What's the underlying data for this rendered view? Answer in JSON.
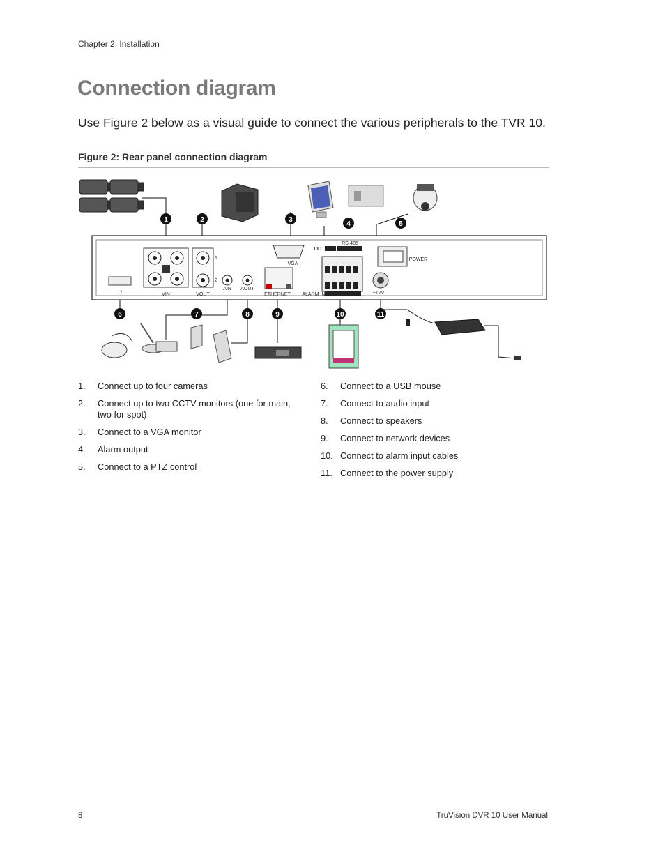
{
  "header": {
    "chapter": "Chapter 2: Installation"
  },
  "page": {
    "title": "Connection diagram",
    "intro": "Use Figure 2 below as a visual guide to connect the various peripherals to the TVR 10.",
    "figure_caption": "Figure 2: Rear panel connection diagram"
  },
  "diagram": {
    "callouts": [
      "1",
      "2",
      "3",
      "4",
      "5",
      "6",
      "7",
      "8",
      "9",
      "10",
      "11"
    ],
    "labels": {
      "vin": "VIN",
      "vout": "VOUT",
      "ain": "AIN",
      "aout": "AOUT",
      "vga": "VGA",
      "ethernet": "ETHERNET",
      "rs485": "RS-485",
      "out": "OUT",
      "alarm_in": "ALARM IN",
      "power": "POWER",
      "plus12v": "+12V",
      "vout1": "1",
      "vout2": "2"
    }
  },
  "list_left": [
    {
      "num": "1.",
      "text": "Connect up to four cameras"
    },
    {
      "num": "2.",
      "text": "Connect up to two CCTV monitors (one for main, two for spot)"
    },
    {
      "num": "3.",
      "text": "Connect to a VGA monitor"
    },
    {
      "num": "4.",
      "text": "Alarm output"
    },
    {
      "num": "5.",
      "text": "Connect to a PTZ control"
    }
  ],
  "list_right": [
    {
      "num": "6.",
      "text": "Connect to a USB mouse"
    },
    {
      "num": "7.",
      "text": "Connect to audio input"
    },
    {
      "num": "8.",
      "text": "Connect to speakers"
    },
    {
      "num": "9.",
      "text": "Connect to network devices"
    },
    {
      "num": "10.",
      "text": "Connect to alarm input cables"
    },
    {
      "num": "11.",
      "text": "Connect to the power supply"
    }
  ],
  "footer": {
    "page_number": "8",
    "manual_title": "TruVision DVR 10 User Manual"
  }
}
